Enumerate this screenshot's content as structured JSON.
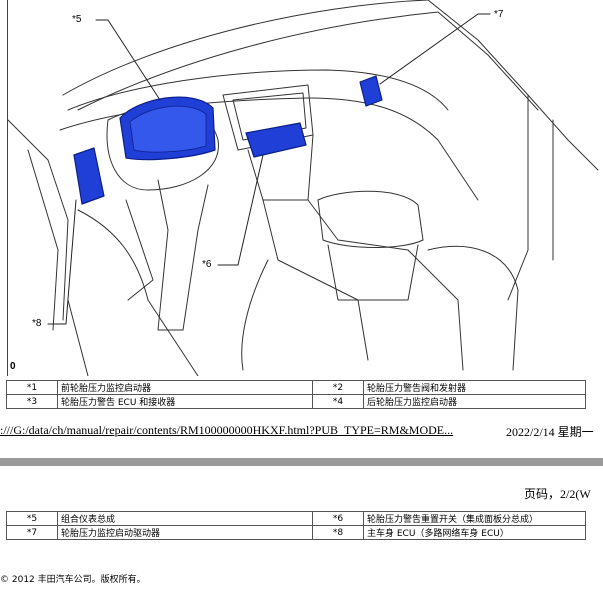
{
  "diagram": {
    "figure_id": "0",
    "callouts": {
      "c5": "*5",
      "c7": "*7",
      "c6": "*6",
      "c8": "*8"
    }
  },
  "legend_top": [
    {
      "left_num": "*1",
      "left_desc": "前轮胎压力监控启动器",
      "right_num": "*2",
      "right_desc": "轮胎压力警告阀和发射器"
    },
    {
      "left_num": "*3",
      "left_desc": "轮胎压力警告 ECU 和接收器",
      "right_num": "*4",
      "right_desc": "后轮胎压力监控启动器"
    }
  ],
  "browser_footer": {
    "url": ":///G:/data/ch/manual/repair/contents/RM100000000HKXF.html?PUB_TYPE=RM&MODE...",
    "date": "2022/2/14 星期一"
  },
  "page_header": {
    "page_number": "页码，2/2(W"
  },
  "legend_bottom": [
    {
      "left_num": "*5",
      "left_desc": "组合仪表总成",
      "right_num": "*6",
      "right_desc": "轮胎压力警告重置开关（集成面板分总成）"
    },
    {
      "left_num": "*7",
      "left_desc": "轮胎压力监控启动驱动器",
      "right_num": "*8",
      "right_desc": "主车身 ECU（多路网络车身 ECU）"
    }
  ],
  "copyright": "© 2012 丰田汽车公司。版权所有。",
  "colors": {
    "highlight": "#1f3fd6",
    "highlight_dark": "#0d1f8a",
    "line": "#333333",
    "bar": "#9a9a9a"
  }
}
